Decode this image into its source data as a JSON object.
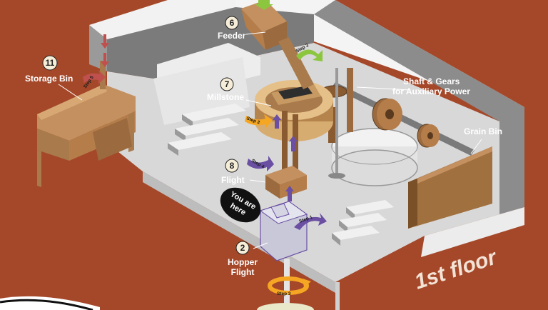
{
  "components": [
    {
      "num": "6",
      "label": "Feeder"
    },
    {
      "num": "7",
      "label": "Millstone"
    },
    {
      "num": "8",
      "label": "Flight"
    },
    {
      "num": "2",
      "label_line1": "Hopper",
      "label_line2": "Flight"
    },
    {
      "num": "11",
      "label": "Storage Bin"
    }
  ],
  "labels": {
    "shaft_line1": "Shaft & Gears",
    "shaft_line2": "for Auxiliary Power",
    "grain_bin": "Grain Bin",
    "floor": "1st floor",
    "you_are_1": "You are",
    "you_are_2": "here"
  },
  "steps": [
    "Step 1",
    "Step 2",
    "Step 3",
    "Step 4",
    "Step 5",
    "Step 3"
  ],
  "colors": {
    "background": "#a5482a",
    "wall": "#8a8a8a",
    "floor": "#d9d9d9",
    "wood": "#a87a4c",
    "step_green": "#8cc63f",
    "step_orange": "#f5a623",
    "step_purple": "#6a4fa3",
    "step_red": "#c0504d",
    "hopper": "#c8c8d8"
  }
}
